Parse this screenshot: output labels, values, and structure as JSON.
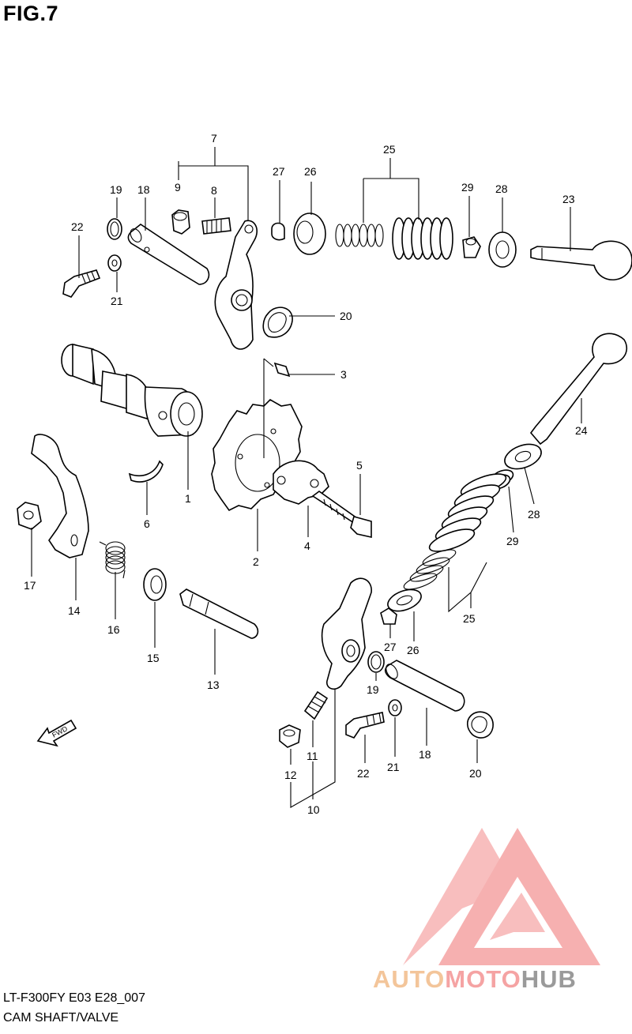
{
  "figure": {
    "title": "FIG.7",
    "model_code": "LT-F300FY E03 E28_007",
    "section_name": "CAM SHAFT/VALVE"
  },
  "watermark": {
    "brand_part1": "AUTO",
    "brand_part2": "MOTO",
    "brand_part3": "HUB",
    "colors": {
      "auto": "#f3c59a",
      "moto": "#f5a3a3",
      "hub": "#9a9a9a",
      "logo": "#f5a3a3"
    }
  },
  "direction_arrow": {
    "label": "FWD",
    "icon": "fwd-arrow-icon"
  },
  "callouts": {
    "c7": "7",
    "c9": "9",
    "c8": "8",
    "c19a": "19",
    "c18a": "18",
    "c22a": "22",
    "c21a": "21",
    "c27a": "27",
    "c26a": "26",
    "c25a": "25",
    "c29a": "29",
    "c28a": "28",
    "c23": "23",
    "c20a": "20",
    "c3": "3",
    "c24": "24",
    "c1": "1",
    "c5": "5",
    "c6": "6",
    "c4": "4",
    "c2": "2",
    "c17": "17",
    "c14": "14",
    "c16": "16",
    "c15": "15",
    "c13": "13",
    "c28b": "28",
    "c29b": "29",
    "c25b": "25",
    "c27b": "27",
    "c26b": "26",
    "c19b": "19",
    "c18b": "18",
    "c20b": "20",
    "c22b": "22",
    "c21b": "21",
    "c11": "11",
    "c12": "12",
    "c10": "10"
  }
}
